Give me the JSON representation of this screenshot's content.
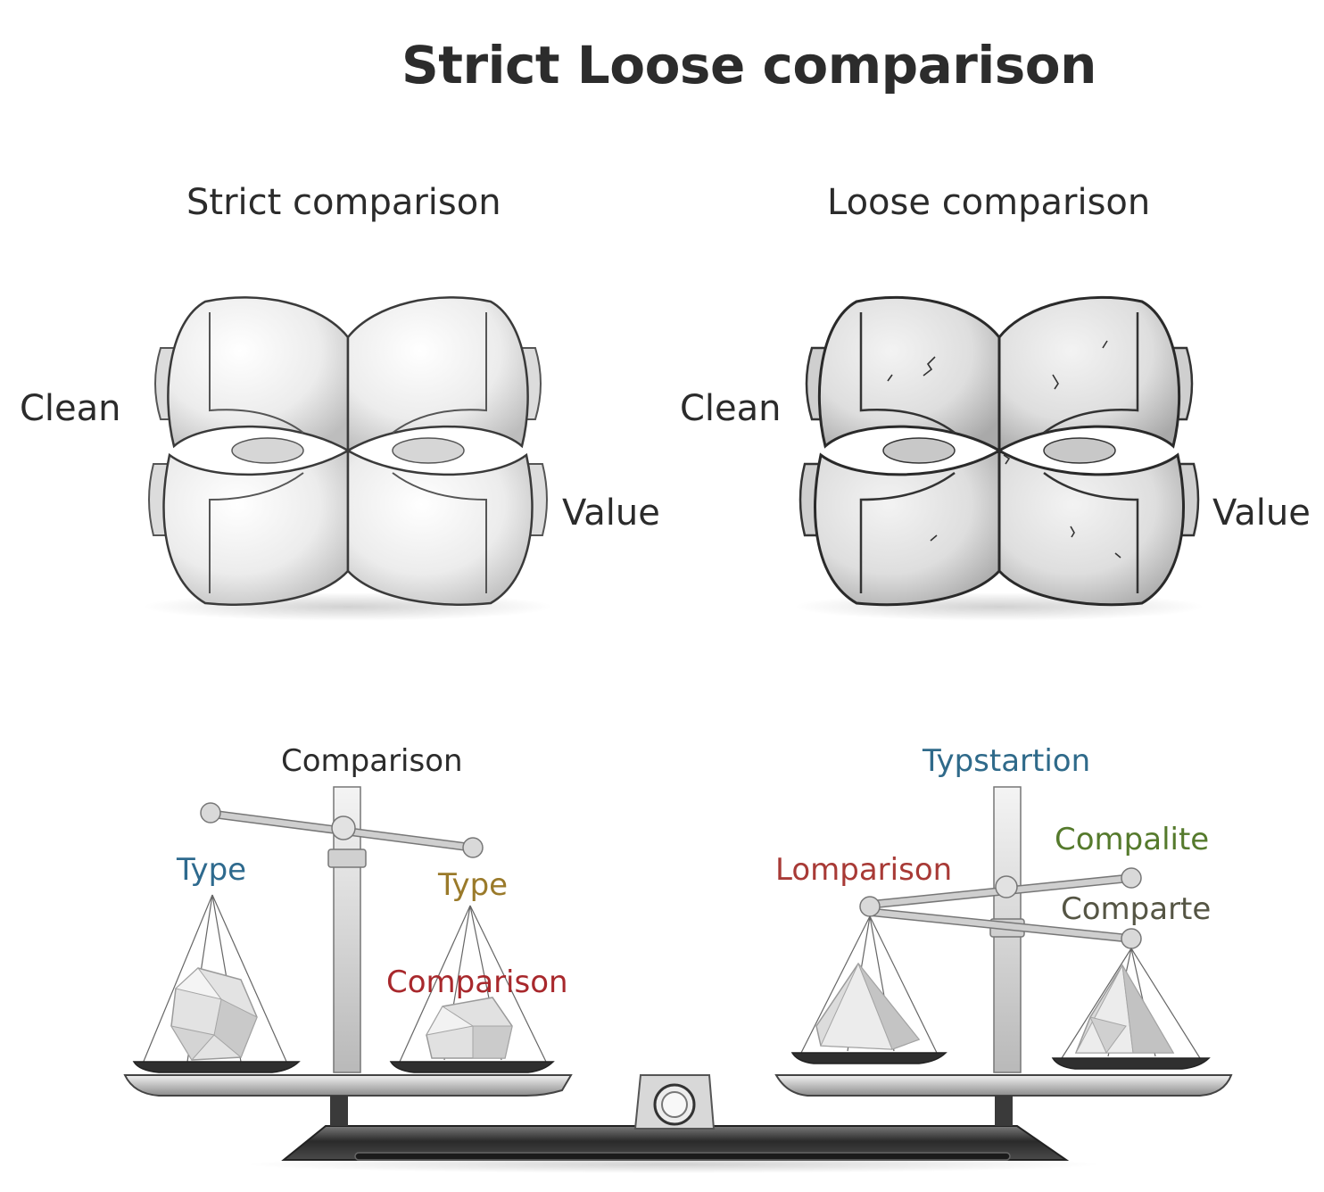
{
  "title": "Strict Loose comparison",
  "panels": {
    "strict": {
      "heading": "Strict comparison",
      "left_label": "Clean",
      "right_label": "Value",
      "object": "clean-cube-icon"
    },
    "loose": {
      "heading": "Loose comparison",
      "left_label": "Clean",
      "right_label": "Value",
      "object": "cracked-cube-icon"
    }
  },
  "scales": {
    "strict": {
      "top_label": "Comparison",
      "left_pan_label": "Type",
      "right_pan_label": "Type",
      "right_pan_sublabel": "Comparison"
    },
    "loose": {
      "top_label": "Typstartion",
      "left_label": "Lomparison",
      "right_label_upper": "Compalite",
      "right_label_lower": "Comparte"
    }
  },
  "colors": {
    "title": "#2c2c2c",
    "type_blue": "#2e6a8e",
    "type_gold": "#9a7a2a",
    "comparison_red": "#a8282c",
    "typstartion_blue": "#2f6a8a",
    "compalite_green": "#557a2c",
    "comparte_dark": "#555544",
    "lomparison_red": "#a83a36"
  }
}
